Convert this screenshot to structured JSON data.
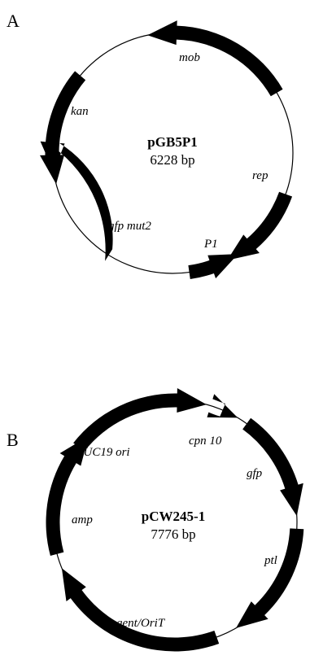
{
  "panels": [
    {
      "letter": "A",
      "name": "pGB5P1",
      "size": "6228 bp",
      "features": [
        {
          "label": "mob",
          "direction": "ccw"
        },
        {
          "label": "rep",
          "direction": "cw"
        },
        {
          "label": "P1",
          "direction": "ccw"
        },
        {
          "label": "gfp mut2",
          "direction": "ccw"
        },
        {
          "label": "kan",
          "direction": "ccw"
        }
      ]
    },
    {
      "letter": "B",
      "name": "pCW245-1",
      "size": "7776 bp",
      "features": [
        {
          "label": "pUC19 ori",
          "direction": "cw"
        },
        {
          "label": "cpn 10",
          "direction": "cw"
        },
        {
          "label": "gfp",
          "direction": "cw"
        },
        {
          "label": "ptl",
          "direction": "cw"
        },
        {
          "label": "gent/OriT",
          "direction": "cw"
        },
        {
          "label": "amp",
          "direction": "cw"
        }
      ]
    }
  ],
  "colors": {
    "gene": "#000000",
    "backbone": "#000000",
    "background": "#ffffff"
  }
}
